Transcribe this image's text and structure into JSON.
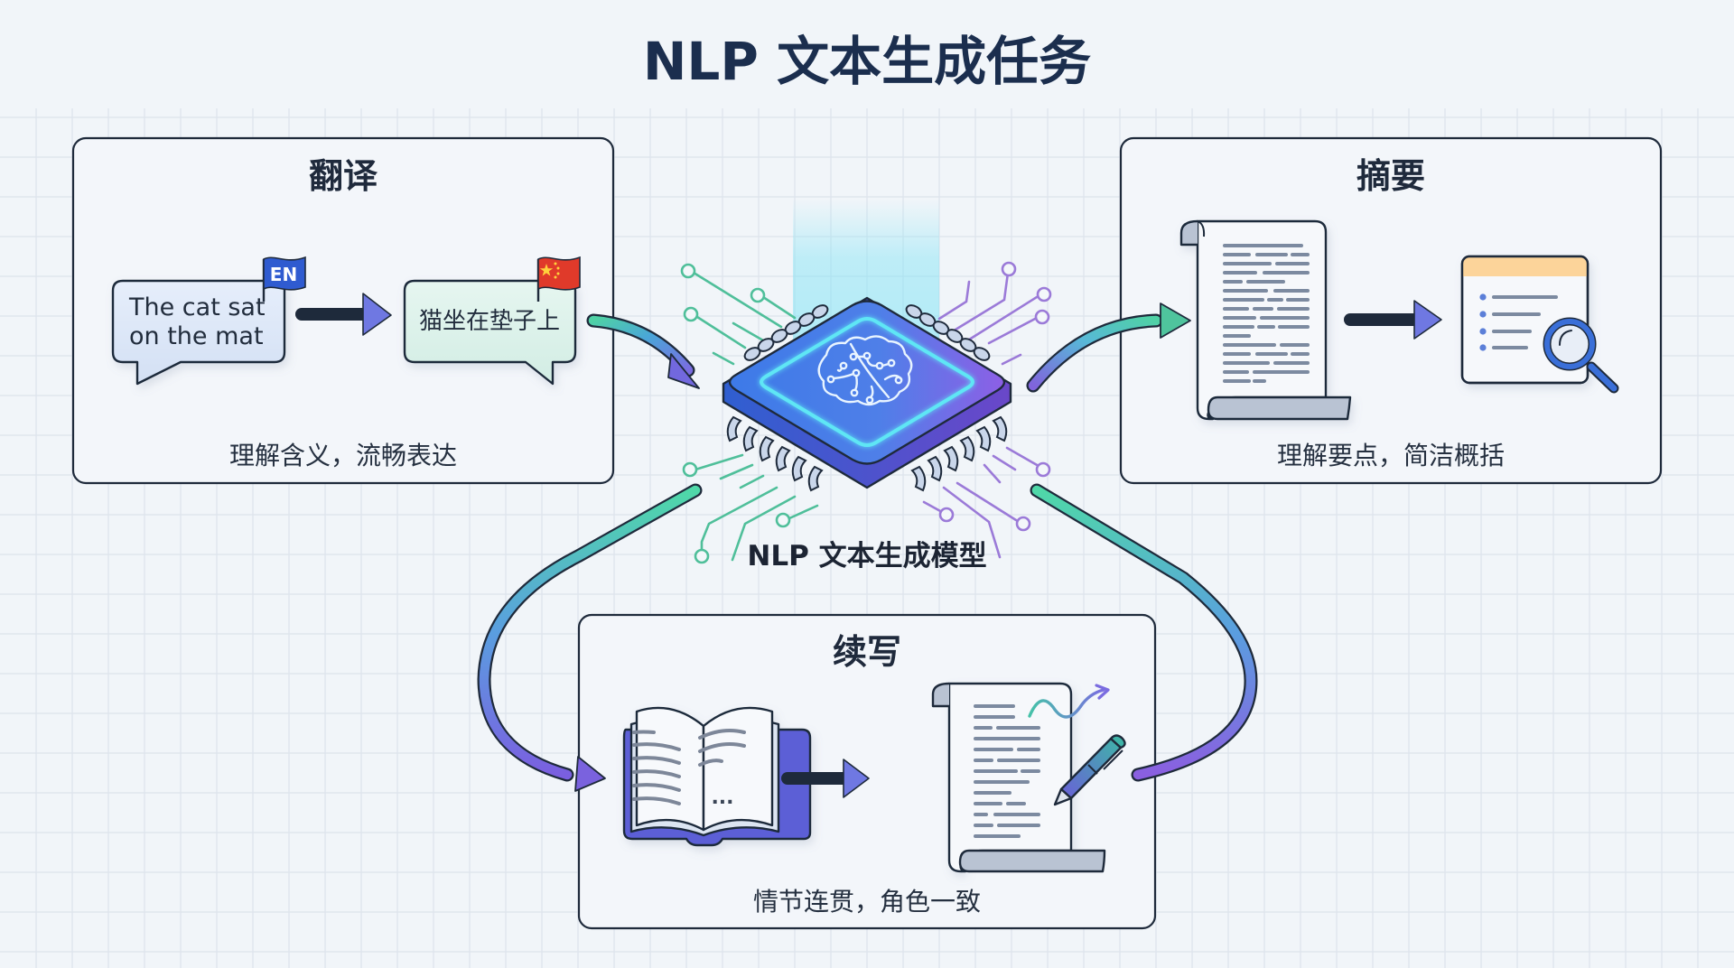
{
  "title": "NLP 文本生成任务",
  "colors": {
    "background": "#f1f5f9",
    "grid_line": "#dde3ec",
    "title_text": "#1b2e4e",
    "panel_border": "#1e2a3b",
    "panel_fill": "#f3f6fa",
    "arrow_start_teal": "#4fd1a5",
    "arrow_end_purple": "#7a6ce0",
    "chip_blue": "#3b74e6",
    "chip_purple": "#8a5ee6",
    "chip_glow": "#5ee6f5",
    "trace_green": "#4fbf9a",
    "trace_purple": "#9b7ad8",
    "flag_en": "#2f5bd0",
    "flag_cn": "#e03a2a",
    "flag_star": "#ffd23c",
    "summary_header": "#fcd49a",
    "magnifier_blue": "#3a6fd8",
    "book_cover": "#5b5fd6"
  },
  "model": {
    "label": "NLP 文本生成模型",
    "icon": "brain-circuit-chip-icon"
  },
  "panels": {
    "translation": {
      "title": "翻译",
      "source_text_line1": "The cat sat",
      "source_text_line2": "on the mat",
      "source_flag_label": "EN",
      "source_flag_icon": "en-flag-icon",
      "target_text": "猫坐在垫子上",
      "target_flag_icon": "china-flag-icon",
      "caption": "理解含义，流畅表达"
    },
    "summary": {
      "title": "摘要",
      "source_icon": "long-document-scroll-icon",
      "result_icon": "summary-bullet-list-with-magnifier-icon",
      "bullet_count": 4,
      "caption": "理解要点，简洁概括"
    },
    "continuation": {
      "title": "续写",
      "source_icon": "open-book-icon",
      "source_ellipsis": "...",
      "result_icon": "document-with-pen-icon",
      "caption": "情节连贯，角色一致"
    }
  },
  "flows": [
    {
      "from": "翻译",
      "to": "NLP 文本生成模型",
      "icon": "curved-arrow-icon"
    },
    {
      "from": "NLP 文本生成模型",
      "to": "摘要",
      "icon": "curved-arrow-icon"
    },
    {
      "from": "NLP 文本生成模型",
      "to": "续写",
      "icon": "curved-arrow-icon"
    },
    {
      "from": "续写",
      "to": "NLP 文本生成模型",
      "icon": "curved-connector-icon"
    }
  ]
}
